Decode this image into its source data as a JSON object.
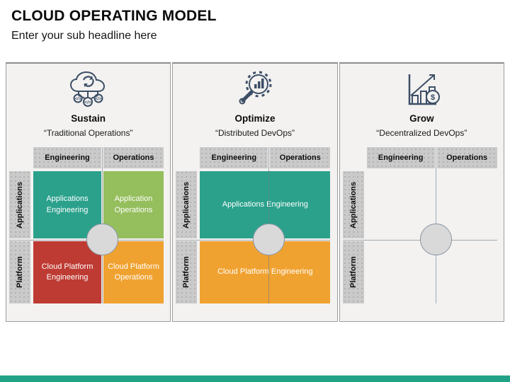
{
  "slide": {
    "title": "CLOUD OPERATING MODEL",
    "subtitle": "Enter your sub headline here"
  },
  "matrix": {
    "column_headers": [
      "Engineering",
      "Operations"
    ],
    "row_headers": [
      "Applications",
      "Platform"
    ]
  },
  "panels": [
    {
      "title": "Sustain",
      "subtitle": "“Traditional Operations”",
      "icon": "cloud-sync-network-icon",
      "layout": "four-quadrants",
      "cells": [
        {
          "row": "Applications",
          "column": "Engineering",
          "label": "Applications Engineering",
          "color": "#2BA18C"
        },
        {
          "row": "Applications",
          "column": "Operations",
          "label": "Application Operations",
          "color": "#95BE5D"
        },
        {
          "row": "Platform",
          "column": "Engineering",
          "label": "Cloud Platform Engineering",
          "color": "#BE3B33"
        },
        {
          "row": "Platform",
          "column": "Operations",
          "label": "Cloud Platform Operations",
          "color": "#F0A230"
        }
      ]
    },
    {
      "title": "Optimize",
      "subtitle": "“Distributed DevOps”",
      "icon": "magnifier-gear-chart-icon",
      "layout": "merged-rows",
      "cells": [
        {
          "row": "Applications",
          "column": "Engineering + Operations",
          "label": "Applications Engineering",
          "color": "#2BA18C"
        },
        {
          "row": "Platform",
          "column": "Engineering + Operations",
          "label": "Cloud Platform Engineering",
          "color": "#F0A230"
        }
      ]
    },
    {
      "title": "Grow",
      "subtitle": "“Decentralized DevOps”",
      "icon": "growth-bars-dollar-icon",
      "layout": "empty-quadrants",
      "cells": []
    }
  ],
  "colors": {
    "teal": "#2BA18C",
    "light_green": "#95BE5D",
    "red": "#BE3B33",
    "orange": "#F0A230",
    "header_gray": "#CACACA",
    "panel_background": "#F3F2F1",
    "accent_bar": "#21A186",
    "icon_stroke": "#3D4F66"
  }
}
